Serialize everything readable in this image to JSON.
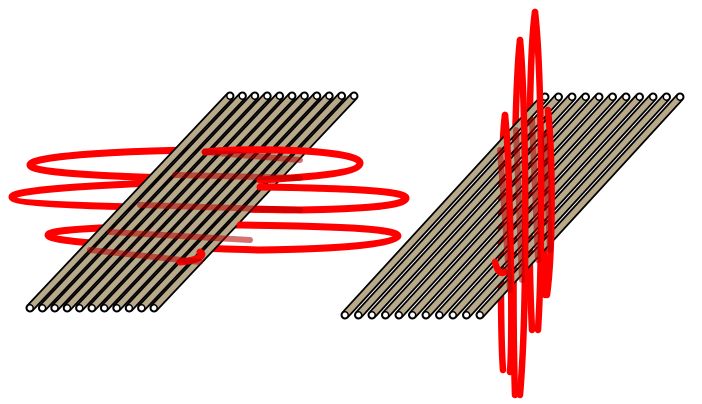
{
  "figure": {
    "background": "#ffffff",
    "panels": [
      {
        "id": "left",
        "rod_count": 11,
        "rod_fill": "#b8a98a",
        "rod_outline": "#000000",
        "coil_color": "#ff0000",
        "coil_orientation": "horizontal",
        "coil_turns": 6
      },
      {
        "id": "right",
        "rod_count": 11,
        "rod_fill": "#b8a98a",
        "rod_outline": "#000000",
        "coil_color": "#ff0000",
        "coil_orientation": "vertical",
        "coil_turns": 6
      }
    ]
  }
}
